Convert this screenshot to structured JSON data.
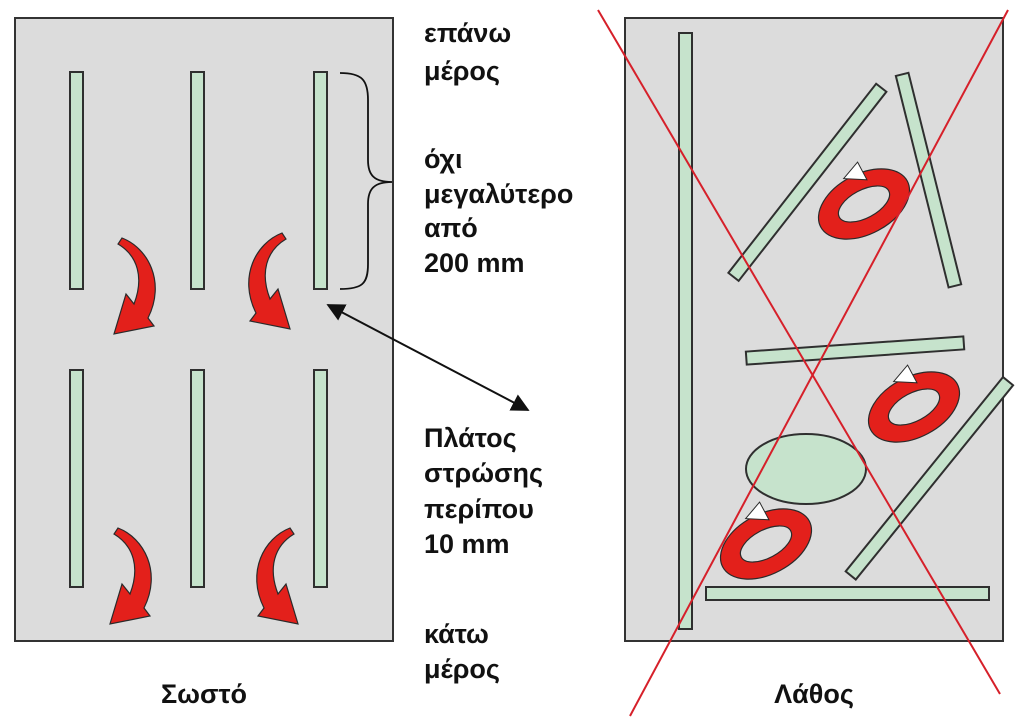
{
  "colors": {
    "panel_fill": "#dcdcdc",
    "panel_stroke": "#333333",
    "strip_fill": "#c6e3cc",
    "strip_stroke": "#2f2f2f",
    "arrow_red": "#e3201b",
    "cross_line": "#d6202a",
    "text": "#111111"
  },
  "left_panel": {
    "caption": "Σωστό",
    "icons": [
      "curved-down-arrow-icon",
      "double-headed-arrow-icon",
      "curly-brace-icon"
    ]
  },
  "right_panel": {
    "caption": "Λάθος",
    "icons": [
      "circular-arrow-icon",
      "cross-out-icon"
    ]
  },
  "annotations": {
    "top_line1": "επάνω",
    "top_line2": "μέρος",
    "spacing_line1": "όχι",
    "spacing_line2": "μεγαλύτερο",
    "spacing_line3": "από",
    "spacing_line4": "200 mm",
    "width_line1": "Πλάτος",
    "width_line2": "στρώσης",
    "width_line3": "περίπου",
    "width_line4": "10 mm",
    "bottom_line1": "κάτω",
    "bottom_line2": "μέρος"
  }
}
